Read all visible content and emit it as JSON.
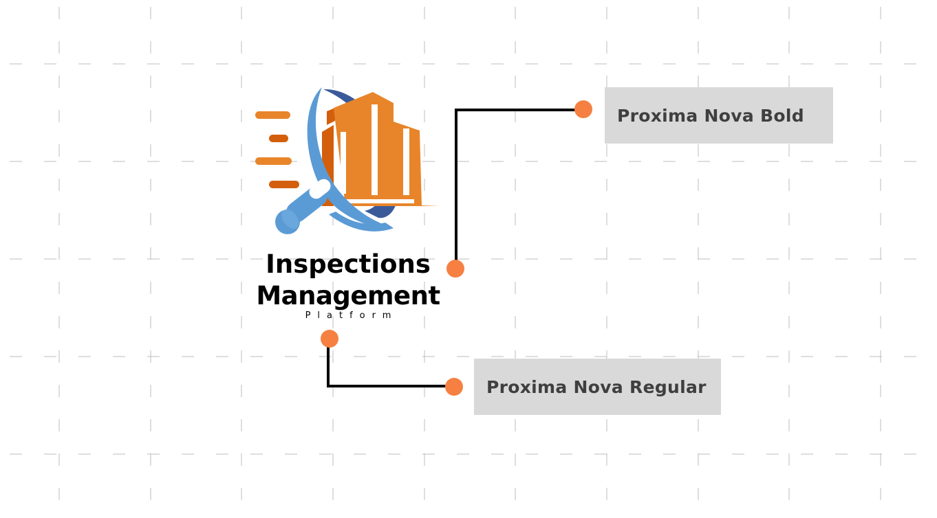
{
  "logo": {
    "title_line1": "Inspections",
    "title_line2": "Management",
    "subtitle": "Platform"
  },
  "labels": {
    "heading_font": "Proxima Nova Bold",
    "body_font": "Proxima Nova Regular"
  },
  "colors": {
    "background": "#ffffff",
    "grid": "#bdbdbd",
    "connector": "#000000",
    "marker": "#f58042",
    "label_bg": "#d9d9d9",
    "label_text": "#3f3f3f",
    "logo_orange": "#e8852a",
    "logo_orange_dark": "#d35f0c",
    "logo_blue": "#5b9bd5",
    "logo_navy": "#3b5a9a"
  },
  "icons": {
    "logo_mark": "building-magnifier-icon"
  }
}
